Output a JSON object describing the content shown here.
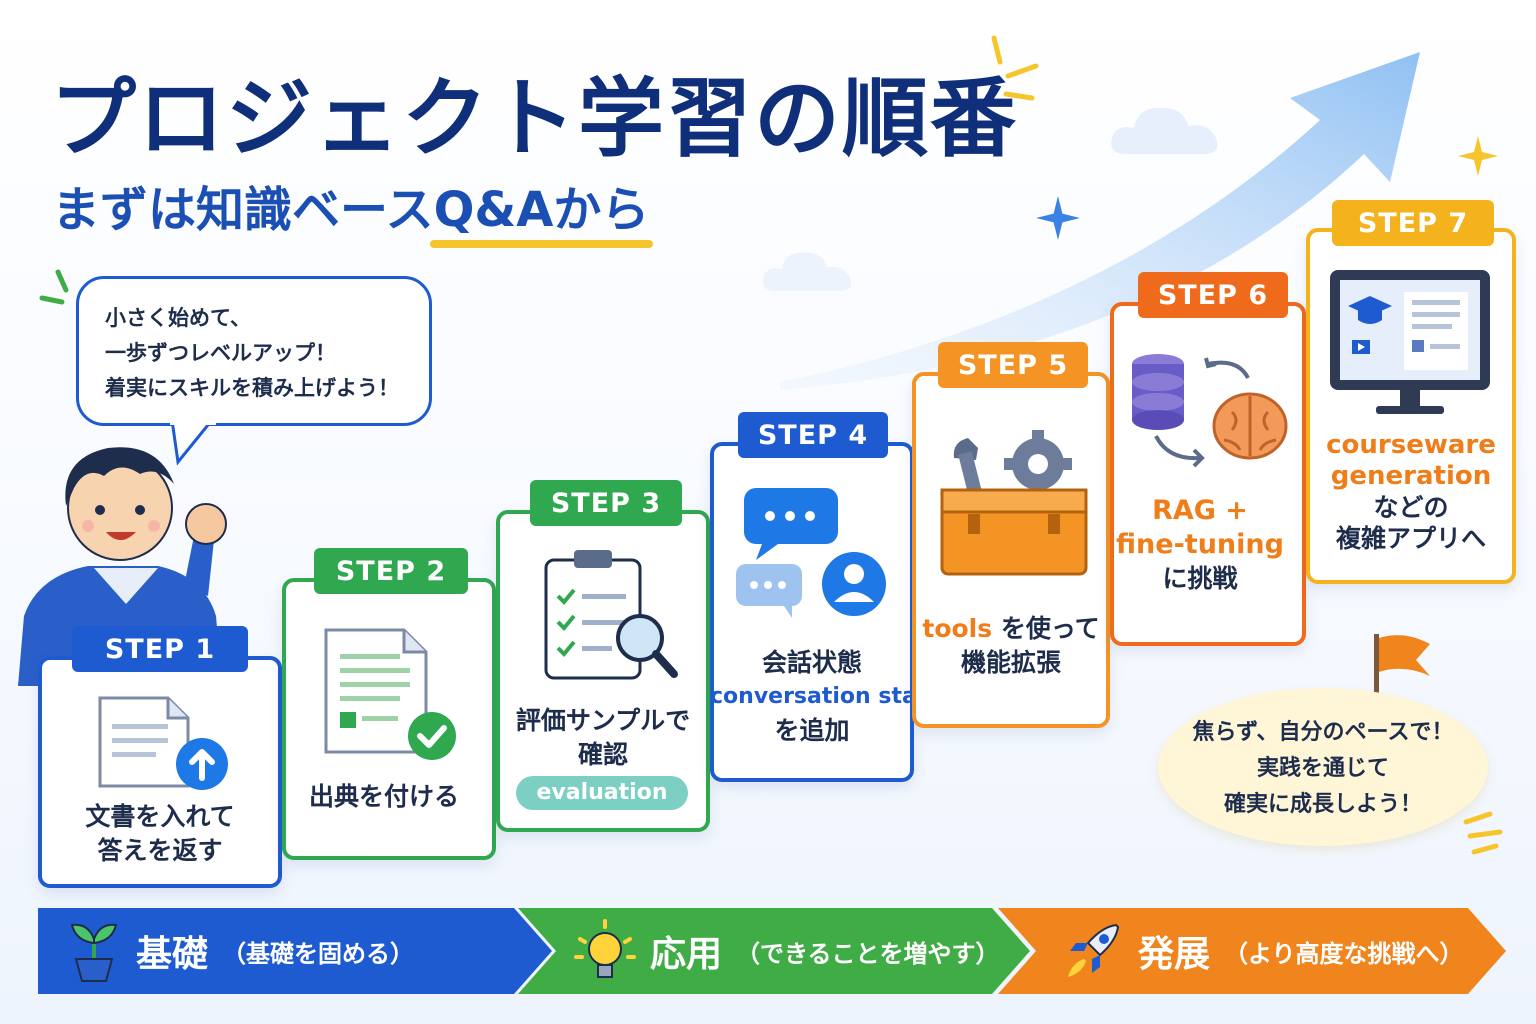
{
  "title": "プロジェクト学習の順番",
  "subtitle_prefix": "まずは知識ベース",
  "subtitle_highlight": "Q&Aから",
  "speech_bubble": {
    "lines": [
      "小さく始めて、",
      "一歩ずつレベルアップ！",
      "着実にスキルを積み上げよう！"
    ]
  },
  "steps": [
    {
      "label": "STEP 1",
      "lines": [
        "文書を入れて",
        "答えを返す"
      ],
      "color": "#1e5bd1"
    },
    {
      "label": "STEP 2",
      "lines": [
        "出典を付ける"
      ],
      "color": "#2fa84f"
    },
    {
      "label": "STEP 3",
      "lines": [
        "評価サンプルで",
        "確認"
      ],
      "pill": "evaluation",
      "color": "#2fa84f"
    },
    {
      "label": "STEP 4",
      "lines": [
        "会話状態",
        "conversation state",
        "を追加"
      ],
      "color": "#1e5bd1"
    },
    {
      "label": "STEP 5",
      "highlight": "tools",
      "lines": [
        "を使って",
        "機能拡張"
      ],
      "color": "#f39425"
    },
    {
      "label": "STEP 6",
      "lines": [
        "RAG +",
        "fine-tuning",
        "に挑戦"
      ],
      "color": "#ef6a1a"
    },
    {
      "label": "STEP 7",
      "lines": [
        "courseware",
        "generation",
        "などの",
        "複雑アプリへ"
      ],
      "color": "#f4b31c"
    }
  ],
  "encouragement": {
    "lines": [
      "焦らず、自分のペースで！",
      "実践を通じて",
      "確実に成長しよう！"
    ]
  },
  "phases": [
    {
      "name": "基礎",
      "desc": "（基礎を固める）",
      "color": "#1e5bd1"
    },
    {
      "name": "応用",
      "desc": "（できることを増やす）",
      "color": "#3fac46"
    },
    {
      "name": "発展",
      "desc": "（より高度な挑戦へ）",
      "color": "#f0851e"
    }
  ],
  "icons": [
    "plant-icon",
    "lightbulb-icon",
    "rocket-icon",
    "document-upload-icon",
    "document-check-icon",
    "clipboard-search-icon",
    "chat-user-icon",
    "toolbox-icon",
    "database-brain-icon",
    "monitor-course-icon",
    "flag-icon",
    "growth-arrow-icon",
    "student-character"
  ]
}
